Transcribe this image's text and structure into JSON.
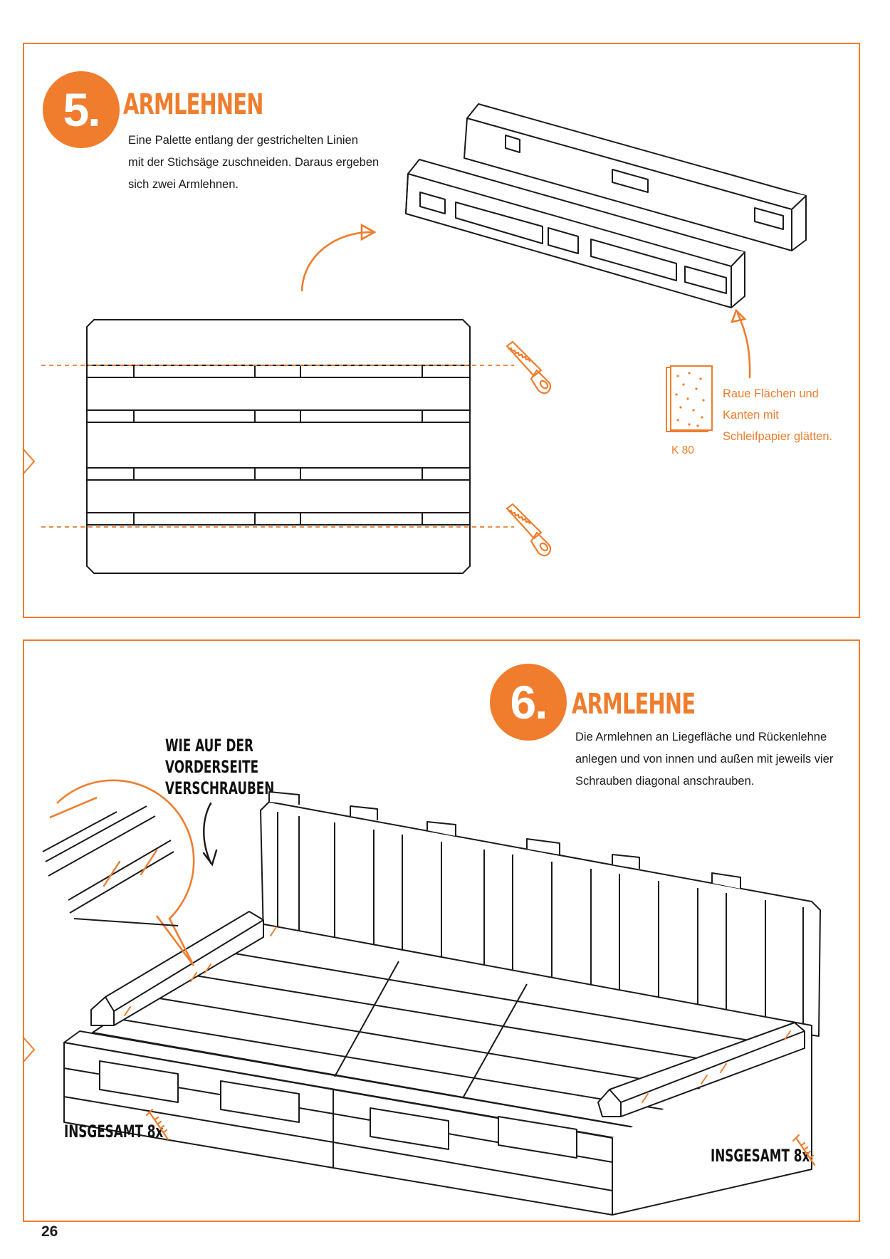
{
  "step5": {
    "number": "5.",
    "title": "ARMLEHNEN",
    "text_lines": [
      "Eine Palette entlang der gestrichelten Linien",
      "mit der Stichsäge zuschneiden. Daraus ergeben",
      "sich zwei Armlehnen."
    ],
    "sandpaper_label": "K 80",
    "sandpaper_note_lines": [
      "Raue Flächen und",
      "Kanten mit",
      "Schleifpapier glätten."
    ],
    "icons": [
      "saw-icon",
      "sandpaper-icon",
      "arrow-icon"
    ]
  },
  "step6": {
    "number": "6.",
    "title": "ARMLEHNE",
    "text_lines": [
      "Die Armlehnen an Liegefläche und Rückenlehne",
      "anlegen und von innen und außen mit jeweils vier",
      "Schrauben diagonal anschrauben."
    ],
    "callout_lines": [
      "WIE AUF DER",
      "VORDERSEITE",
      "VERSCHRAUBEN"
    ],
    "total_left": "INSGESAMT 8x",
    "total_right": "INSGESAMT 8x",
    "icons": [
      "screw-icon"
    ]
  },
  "page": {
    "number": "26"
  },
  "colors": {
    "accent": "#ef7d2d",
    "line": "#1a1a1a"
  }
}
